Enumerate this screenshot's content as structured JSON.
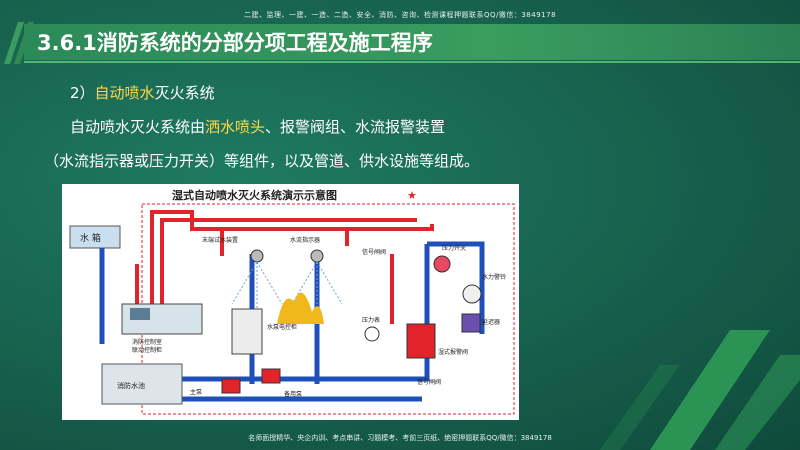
{
  "top_note": "二建、监理、一建、一造、二造、安全、消防、咨询、检测课程押题联系QQ/微信：3849178",
  "bottom_note": "名师面授精华、央企内训、考点串讲、习题模考、考前三页纸、绝密押题联系QQ/微信：3849178",
  "slide": {
    "title": "3.6.1消防系统的分部分项工程及施工程序",
    "heading_prefix": "2）",
    "heading_highlight": "自动喷水",
    "heading_suffix": "灭火系统",
    "line1_prefix": "自动喷水灭火系统由",
    "line1_highlight": "洒水喷头",
    "line1_suffix": "、报警阀组、水流报警装置",
    "line2": "（水流指示器或压力开关）等组件，以及管道、供水设施等组成。"
  },
  "diagram": {
    "title": "湿式自动喷水灭火系统演示示意图",
    "star": "★",
    "labels": {
      "water_tank": "水 箱",
      "end_test": "末端试水装置",
      "flow_indicator": "水流指示器",
      "signal_valve": "信号闸阀",
      "signal_valve_2": "信号闸阀",
      "pressure_switch": "压力开关",
      "alarm_bell": "水力警铃",
      "retard_chamber": "延迟器",
      "pressure_gauge": "压力表",
      "wet_alarm_valve": "湿式报警阀",
      "control_room_1": "消防控制室",
      "control_room_2": "联动控制柜",
      "pump_cabinet": "水泵电控柜",
      "fire_pool": "消防水池",
      "main_pump": "主泵",
      "standby_pump": "备用泵"
    }
  },
  "colors": {
    "background": "#17604d",
    "title_bar": "#3a9c5e",
    "highlight": "#ffd84a",
    "pipe_red": "#e0242a",
    "pipe_blue": "#1f4fb8"
  }
}
